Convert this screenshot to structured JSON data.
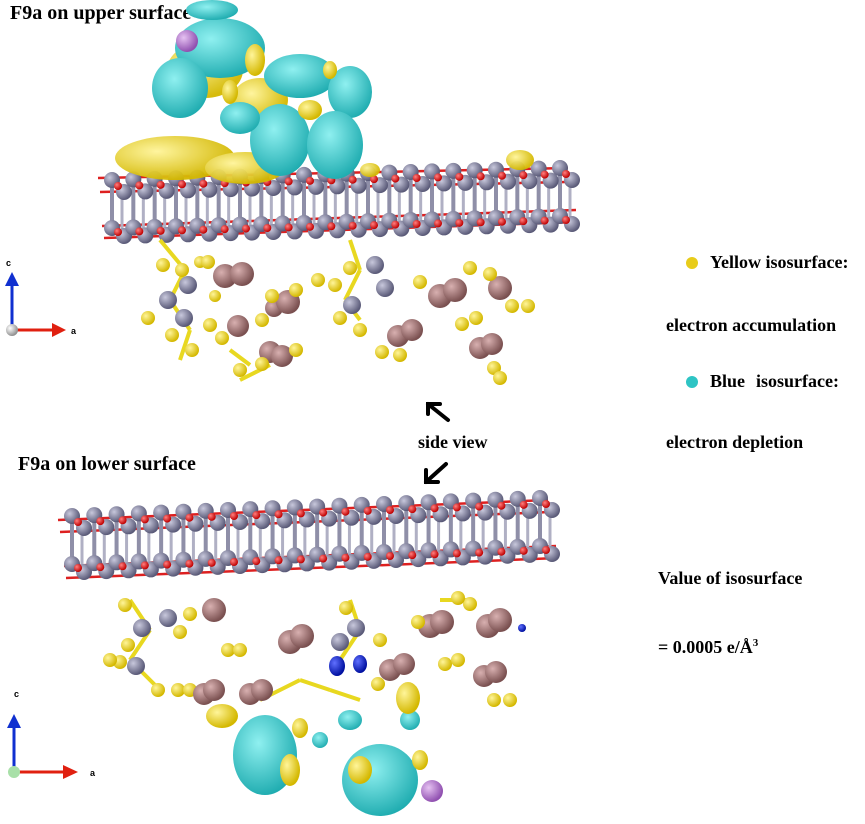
{
  "panels": {
    "upper": {
      "title": "F9a on upper surface",
      "axis_c": "c",
      "axis_a": "a"
    },
    "lower": {
      "title": "F9a on lower surface",
      "axis_c": "c",
      "axis_a": "a"
    }
  },
  "side_view_label": "side view",
  "legend": {
    "yellow_title": "Yellow isosurface:",
    "yellow_desc": "electron accumulation",
    "blue_title_word": "Blue",
    "blue_title_rest": "isosurface:",
    "blue_desc": "electron depletion",
    "iso_title": "Value of isosurface",
    "iso_value_prefix": "= 0.0005 e/Å",
    "iso_value_exp": "3"
  },
  "colors": {
    "yellow_isosurface": "#e8cc1a",
    "blue_isosurface": "#2ec4c4",
    "slab_grey": "#7a7a96",
    "oxygen_red": "#dd2020",
    "brown_atom": "#9a7070",
    "purple_atom": "#b070d0"
  }
}
